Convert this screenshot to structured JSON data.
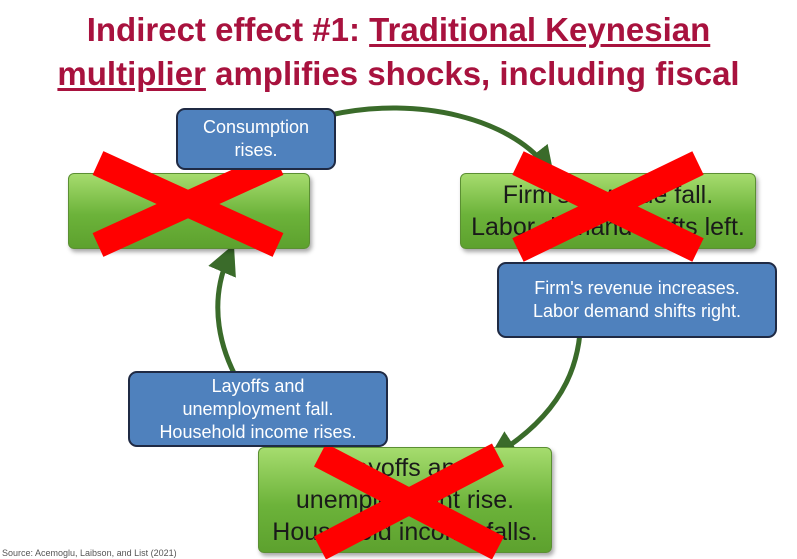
{
  "title": {
    "part1": "Indirect effect #1: ",
    "link": "Traditional Keynesian",
    "line2_link": "multiplier",
    "line2_rest": " amplifies shocks, including fiscal"
  },
  "green_boxes": {
    "left": {
      "lines": [
        "",
        ""
      ]
    },
    "right": {
      "lines": [
        "Firm's revenue fall.",
        "Labor demand shifts left."
      ]
    },
    "bottom": {
      "lines": [
        "Layoffs and",
        "unemployment rise.",
        "Household income falls."
      ]
    }
  },
  "blue_boxes": {
    "consumption": {
      "lines": [
        "Consumption",
        "rises."
      ]
    },
    "firm": {
      "lines": [
        "Firm's revenue increases.",
        "Labor demand shifts right."
      ]
    },
    "layoffs": {
      "lines": [
        "Layoffs and",
        "unemployment fall.",
        "Household income rises."
      ]
    }
  },
  "footer": "Source: Acemoglu, Laibson, and List (2021)",
  "colors": {
    "title": "#a8123e",
    "arrow": "#3a6b2a",
    "cross": "#ff0000",
    "blue": "#4f81bd"
  }
}
